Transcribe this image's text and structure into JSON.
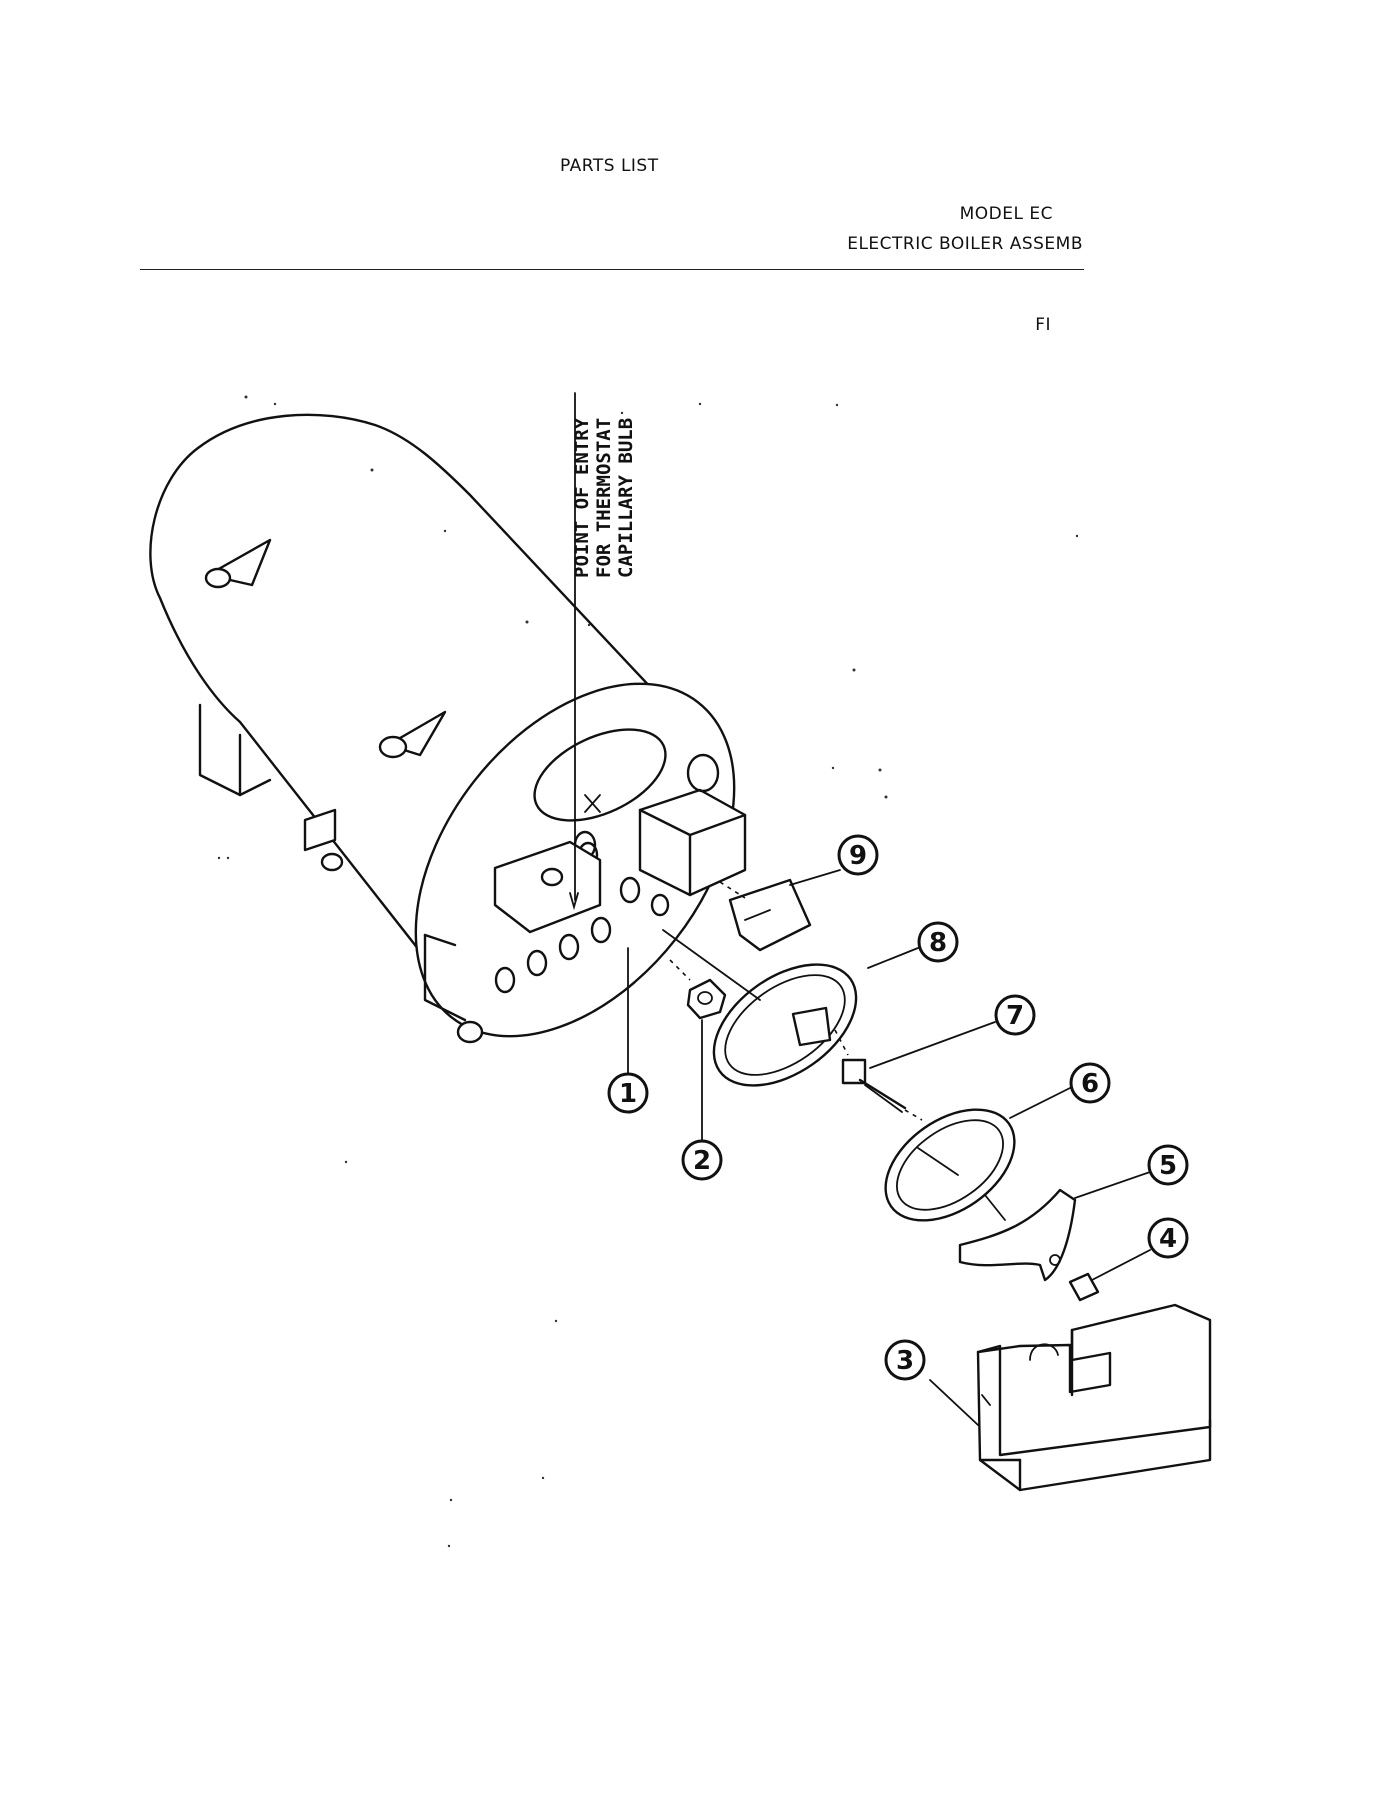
{
  "header": {
    "title": "PARTS LIST",
    "model": "MODEL EC",
    "assembly": "ELECTRIC BOILER ASSEMB",
    "figure": "FI"
  },
  "diagram": {
    "annotation_lines": [
      "POINT OF ENTRY",
      "FOR THERMOSTAT",
      "CAPILLARY BULB"
    ],
    "callouts": [
      "1",
      "2",
      "3",
      "4",
      "5",
      "6",
      "7",
      "8",
      "9"
    ]
  }
}
